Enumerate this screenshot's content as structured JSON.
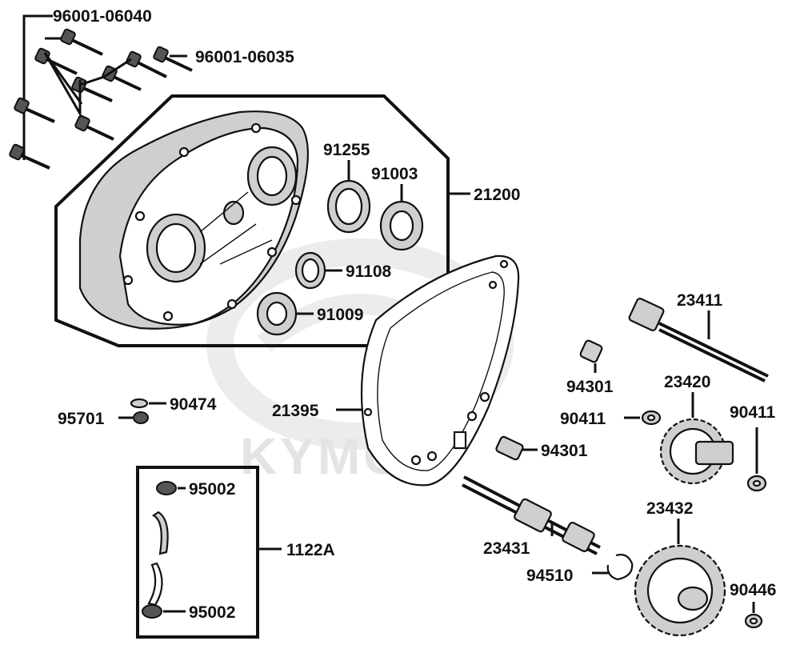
{
  "diagram": {
    "watermark": "KYMCO",
    "labels": {
      "p96001_06040": "96001-06040",
      "p96001_06035": "96001-06035",
      "p91255": "91255",
      "p91003": "91003",
      "p21200": "21200",
      "p91108": "91108",
      "p91009": "91009",
      "p23411": "23411",
      "p94301_a": "94301",
      "p23420": "23420",
      "p90411_a": "90411",
      "p90411_b": "90411",
      "p90474": "90474",
      "p95701": "95701",
      "p21395": "21395",
      "p94301_b": "94301",
      "p95002_a": "95002",
      "p95002_b": "95002",
      "p1122A": "1122A",
      "p23432": "23432",
      "p23431": "23431",
      "p94510": "94510",
      "p90446": "90446"
    }
  }
}
